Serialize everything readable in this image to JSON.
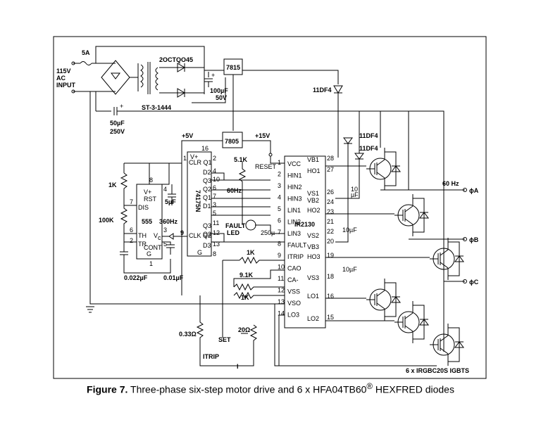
{
  "caption": {
    "label": "Figure 7.",
    "text": "Three-phase six-step motor drive and 6 x HFA04TB60",
    "sup": "®",
    "suffix": "HEXFRED diodes"
  },
  "input": {
    "fuse": "5A",
    "line1": "115V",
    "line2": "AC",
    "line3": "INPUT",
    "xfmr": "ST-3-1444"
  },
  "rectifier": {
    "diode": "2OCTQO45"
  },
  "caps": {
    "c1a": "100µF",
    "c1b": "50V",
    "c2a": "50µF",
    "c2b": "250V",
    "c5u": "5µF",
    "c022": "0.022µF",
    "c01": "0.01µF",
    "c250": "250µ",
    "c10a": "10",
    "c10b": "µF",
    "c10u2": "10µF",
    "c10u3": "10µF",
    "plus": "+"
  },
  "regs": {
    "r7815": "7815",
    "r7805": "7805"
  },
  "rails": {
    "p5v": "+5V",
    "p15v": "+15V",
    "reset": "RESET"
  },
  "diodes": {
    "d11a": "11DF4",
    "d11b": "11DF4",
    "d11c": "11DF4"
  },
  "timer": {
    "name": "555",
    "vp": "V+",
    "rst": "RST",
    "dis": "DIS",
    "th": "TH",
    "tr": "TR",
    "cont": "CONT",
    "g": "G",
    "vc": "V",
    "vc_sub": "c",
    "p8": "8",
    "p4": "4",
    "p7": "7",
    "p6": "6",
    "p2": "2",
    "p3": "3",
    "p5": "5",
    "p1": "1",
    "freq": "360Hz",
    "r1k": "1K",
    "r100k": "100K"
  },
  "counter": {
    "name": "74175N",
    "vplus": "V+",
    "clr": "CLR Q1",
    "clk": "CLK Q2",
    "g": "G",
    "pins": [
      "D2",
      "Q3",
      "Q2",
      "Q1",
      "D1",
      "Q3",
      "Q2",
      "D3"
    ],
    "pnums": [
      "16",
      "1",
      "2",
      "10",
      "6",
      "7",
      "3",
      "4",
      "5",
      "11",
      "12",
      "13",
      "9",
      "8"
    ]
  },
  "driver": {
    "name": "IR2130",
    "freq60": "60Hz",
    "fault": "FAULT",
    "led": "LED",
    "r51k": "5.1K",
    "r1k": "1K",
    "r91k": "9.1K",
    "r1k2": "1K",
    "r033": "0.33Ω",
    "r20": "20Ω",
    "set": "SET",
    "itrip": "ITRIP",
    "io": "I",
    "left": [
      "VCC",
      "HIN1",
      "HIN2",
      "HIN3",
      "LIN1",
      "LIN2",
      "LIN3",
      "FAULT",
      "ITRIP",
      "CAO",
      "CA-",
      "VSS",
      "VSO",
      "LO3"
    ],
    "lnums": [
      "1",
      "2",
      "3",
      "4",
      "5",
      "6",
      "7",
      "8",
      "9",
      "10",
      "11",
      "12",
      "13",
      "14"
    ],
    "right": [
      "VB1",
      "HO1",
      "VS1",
      "VB2",
      "HO2",
      "VS2",
      "VB3",
      "HO3",
      "VS3",
      "LO1",
      "LO2"
    ],
    "rnums": [
      "28",
      "27",
      "26",
      "24",
      "23",
      "22",
      "20",
      "19",
      "18",
      "16",
      "15",
      "21"
    ]
  },
  "outputs": {
    "hz": "60 Hz",
    "pa": "ϕA",
    "pb": "ϕB",
    "pc": "ϕC",
    "igbt": "6 x IRGBC20S IGBTS"
  }
}
